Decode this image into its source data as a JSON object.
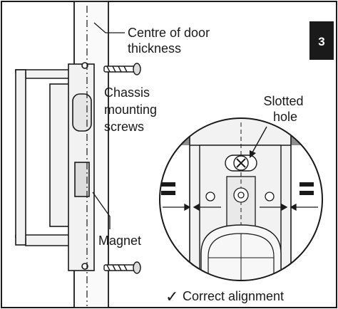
{
  "step_badge": {
    "number": "3"
  },
  "labels": {
    "centre_line": [
      "Centre of door",
      "thickness"
    ],
    "screws": [
      "Chassis",
      "mounting",
      "screws"
    ],
    "slotted_hole": [
      "Slotted",
      "hole"
    ],
    "magnet": "Magnet",
    "check_mark": "✓",
    "alignment": "Correct alignment"
  },
  "colors": {
    "line": "#1a1a1a",
    "badge": "#1a1a1a",
    "grey_band": "#8f8f8f",
    "part_fill": "#f2f2f2"
  }
}
